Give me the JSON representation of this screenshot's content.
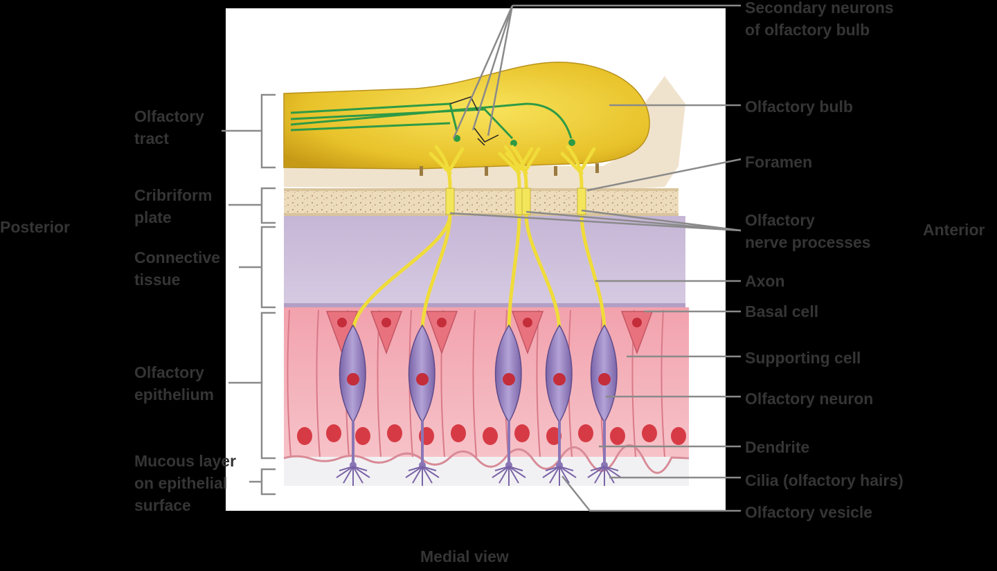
{
  "side_labels": {
    "posterior": "Posterior",
    "anterior": "Anterior",
    "caption": "Medial view"
  },
  "left_labels": {
    "olfactory_tract": [
      "Olfactory",
      "tract"
    ],
    "cribriform_plate": [
      "Cribriform",
      "plate"
    ],
    "connective_tissue": [
      "Connective",
      "tissue"
    ],
    "olfactory_epithelium": [
      "Olfactory",
      "epithelium"
    ],
    "mucous_layer": [
      "Mucous layer",
      "on epithelial",
      "surface"
    ]
  },
  "right_labels": {
    "secondary_neurons": [
      "Secondary neurons",
      "of olfactory bulb"
    ],
    "olfactory_bulb": "Olfactory bulb",
    "foramen": "Foramen",
    "nerve_processes": [
      "Olfactory",
      "nerve processes"
    ],
    "axon": "Axon",
    "basal_cell": "Basal cell",
    "supporting_cell": "Supporting cell",
    "olfactory_neuron": "Olfactory neuron",
    "dendrite": "Dendrite",
    "cilia": "Cilia (olfactory hairs)",
    "vesicle": "Olfactory vesicle"
  },
  "colors": {
    "background": "#000000",
    "panel": "#ffffff",
    "label_text": "#353535",
    "leader_line": "#8a8a8a",
    "bulb": "#e6c22c",
    "bone": "#e9d8b4",
    "connective": "#cbbcd6",
    "epithelium": "#f3a9b3",
    "neuron": "#9a86c2",
    "nerve": "#f2e24a",
    "secondary_neuron": "#2e9a46"
  }
}
